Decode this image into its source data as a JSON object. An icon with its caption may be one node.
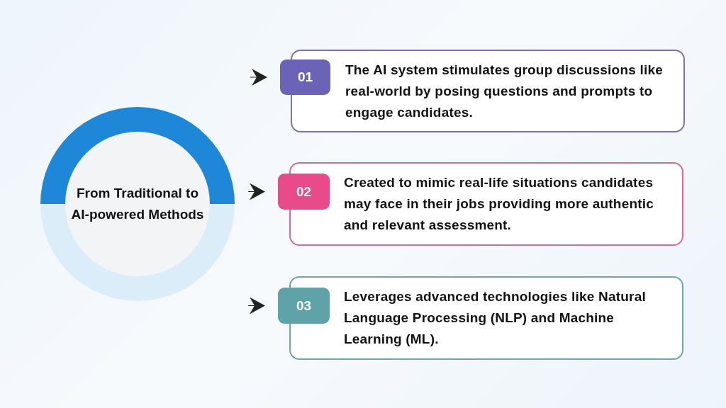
{
  "diagram": {
    "nodes": [
      {
        "text": [
          "From Traditional to AI-powered Methods"
        ]
      },
      {
        "text": [
          "01"
        ]
      },
      {
        "text": [
          "The AI system stimulates group discussions like real-world by posing questions and prompts to engage candidates."
        ]
      },
      {
        "text": [
          "02"
        ]
      },
      {
        "text": [
          "Created to mimic real-life situations candidates may face in their jobs providing more authentic and relevant assessment."
        ]
      },
      {
        "text": [
          "03"
        ]
      },
      {
        "text": [
          "Leverages advanced technologies like Natural Language Processing (NLP) and Machine Learning (ML)."
        ]
      }
    ],
    "edges": [
      {
        "from": null,
        "to": 1,
        "arrow": "to"
      },
      {
        "from": null,
        "to": 3,
        "arrow": "to"
      },
      {
        "from": null,
        "to": 5,
        "arrow": "to"
      }
    ]
  }
}
